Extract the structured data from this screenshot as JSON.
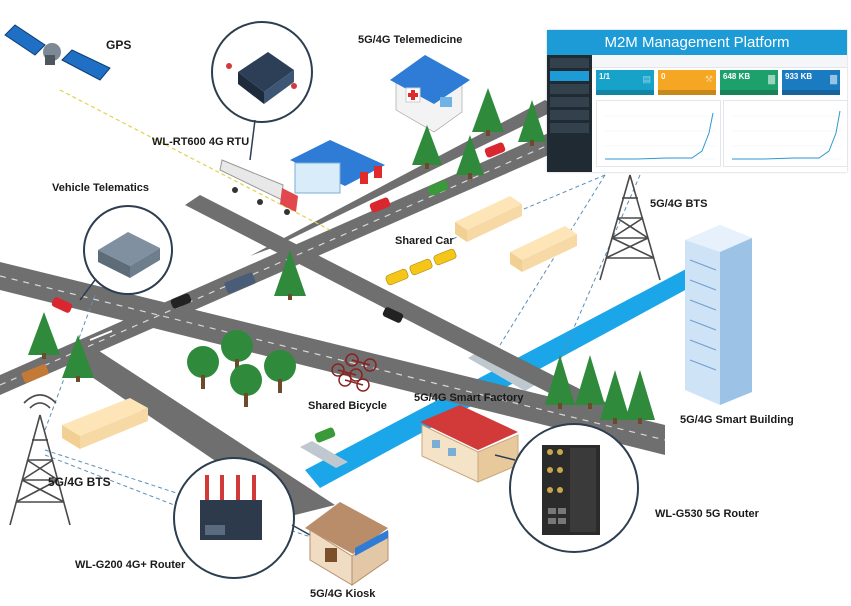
{
  "platform": {
    "title": "M2M Management Platform",
    "sidebar_items": 6,
    "tiles": [
      {
        "value": "1/1",
        "color": "#17a2c9",
        "glyph": "▤"
      },
      {
        "value": "0",
        "color": "#f5a623",
        "glyph": "⚒"
      },
      {
        "value": "648 KB",
        "color": "#1ea06c",
        "glyph": "▇"
      },
      {
        "value": "933 KB",
        "color": "#1b7bc0",
        "glyph": "▇"
      }
    ]
  },
  "labels": {
    "gps": "GPS",
    "telemedicine": "5G/4G Telemedicine",
    "rtu": "WL-RT600 4G RTU",
    "vehicle_telematics": "Vehicle Telematics",
    "bts_right": "5G/4G BTS",
    "shared_car": "Shared Car",
    "shared_bicycle": "Shared Bicycle",
    "smart_factory": "5G/4G Smart Factory",
    "smart_building": "5G/4G Smart Building",
    "bts_left": "5G/4G BTS",
    "g530": "WL-G530 5G Router",
    "g200": "WL-G200 4G+ Router",
    "kiosk": "5G/4G Kiosk"
  },
  "colors": {
    "road": "#6b6b6b",
    "river": "#1aa6e8",
    "tree": "#2f8a3c",
    "tower": "#4a4a4a",
    "link": "#5a8fb8",
    "gps_link": "#e0d34a",
    "platform_accent": "#1d9bd7"
  }
}
